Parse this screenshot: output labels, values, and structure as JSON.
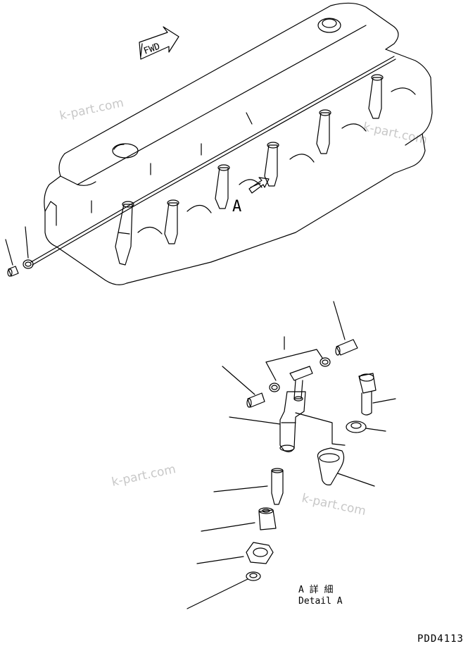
{
  "drawing": {
    "fwd_label": "FWD",
    "view_marker": "A",
    "detail_caption_jp": "A 詳 細",
    "detail_caption_en": "Detail A",
    "drawing_number": "PDD4113"
  },
  "watermarks": [
    "k-part.com",
    "k-part.com",
    "k-part.com",
    "k-part.com"
  ],
  "colors": {
    "line": "#000000",
    "watermark": "#c8c8c8",
    "background": "#ffffff"
  }
}
